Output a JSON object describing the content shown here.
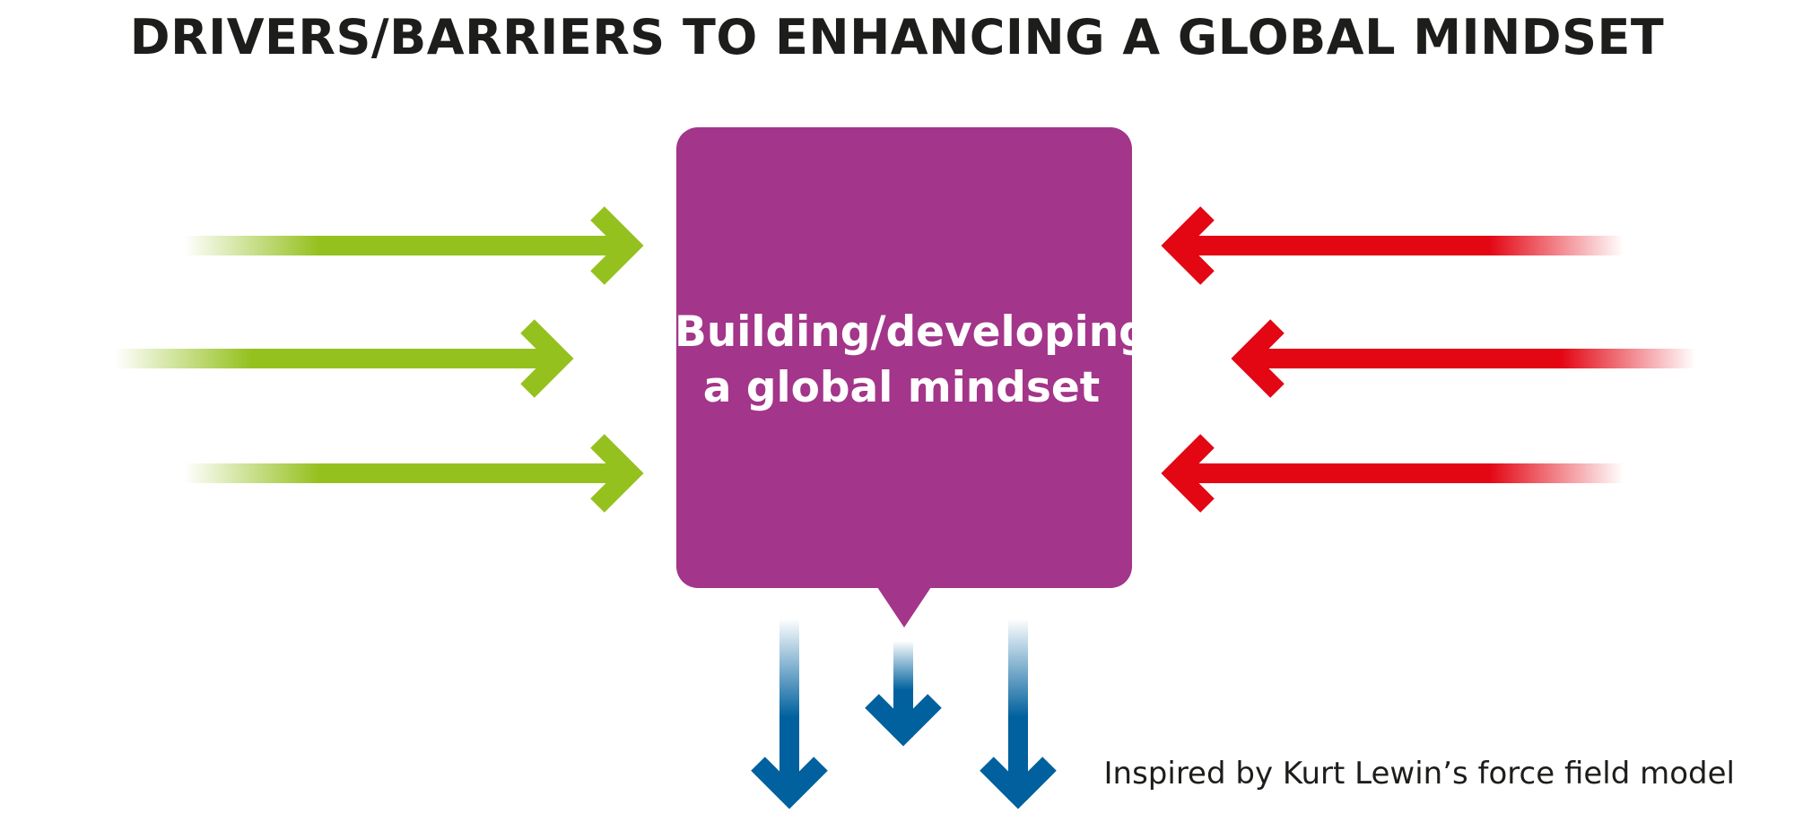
{
  "title": "DRIVERS/BARRIERS TO ENHANCING A GLOBAL MINDSET",
  "center": {
    "line1": "Building/developing",
    "line2": "a global mindset"
  },
  "credit": "Inspired by Kurt Lewin’s force field model",
  "colors": {
    "title": "#1d1d1b",
    "box": "#a3358a",
    "driver": "#95c11f",
    "barrier": "#e30613",
    "outcome": "#00619e",
    "text_light": "#ffffff"
  },
  "arrows": {
    "drivers_count": 3,
    "barriers_count": 3,
    "outcomes_count": 3
  }
}
